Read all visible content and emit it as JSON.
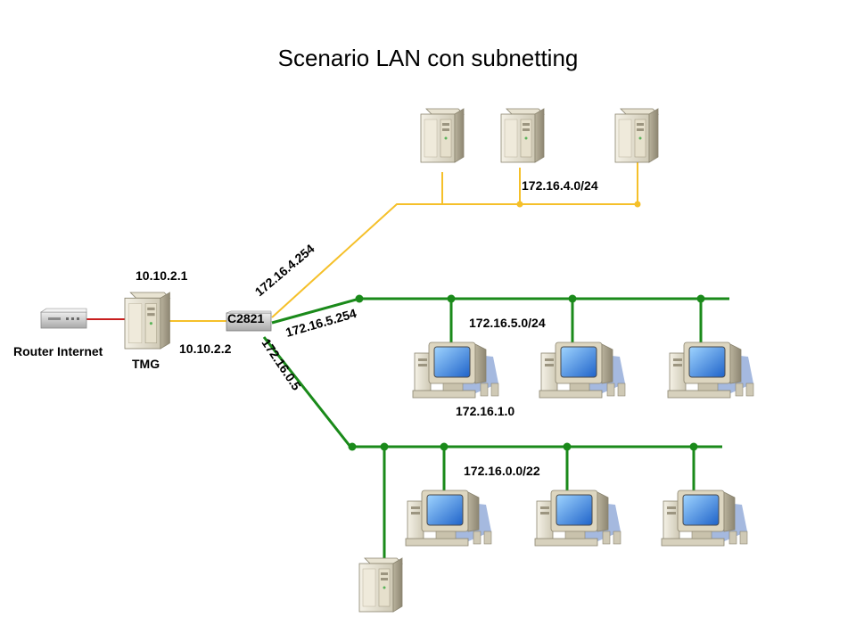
{
  "title": "Scenario LAN con subnetting",
  "nodes": {
    "router": {
      "label": "Router Internet",
      "icon": "router-icon"
    },
    "tmg": {
      "label": "TMG",
      "ip": "10.10.2.1",
      "icon": "server-icon"
    },
    "c2821": {
      "label": "C2821",
      "icon": "router-icon"
    }
  },
  "links": {
    "tmg_c2821_ip": "10.10.2.2",
    "c2821_net4_ip": "172.16.4.254",
    "c2821_net5_ip": "172.16.5.254",
    "c2821_net0_ip": "172.16.0.5"
  },
  "networks": {
    "net4": {
      "label": "172.16.4.0/24",
      "color": "#f5c02a"
    },
    "net5": {
      "label": "172.16.5.0/24",
      "extra_label": "172.16.1.0",
      "color": "#1a8a1a"
    },
    "net0": {
      "label": "172.16.0.0/22",
      "color": "#1a8a1a"
    }
  },
  "colors": {
    "lan_yellow": "#f5c02a",
    "lan_green": "#1a8a1a",
    "wan_red": "#c81e1e"
  }
}
